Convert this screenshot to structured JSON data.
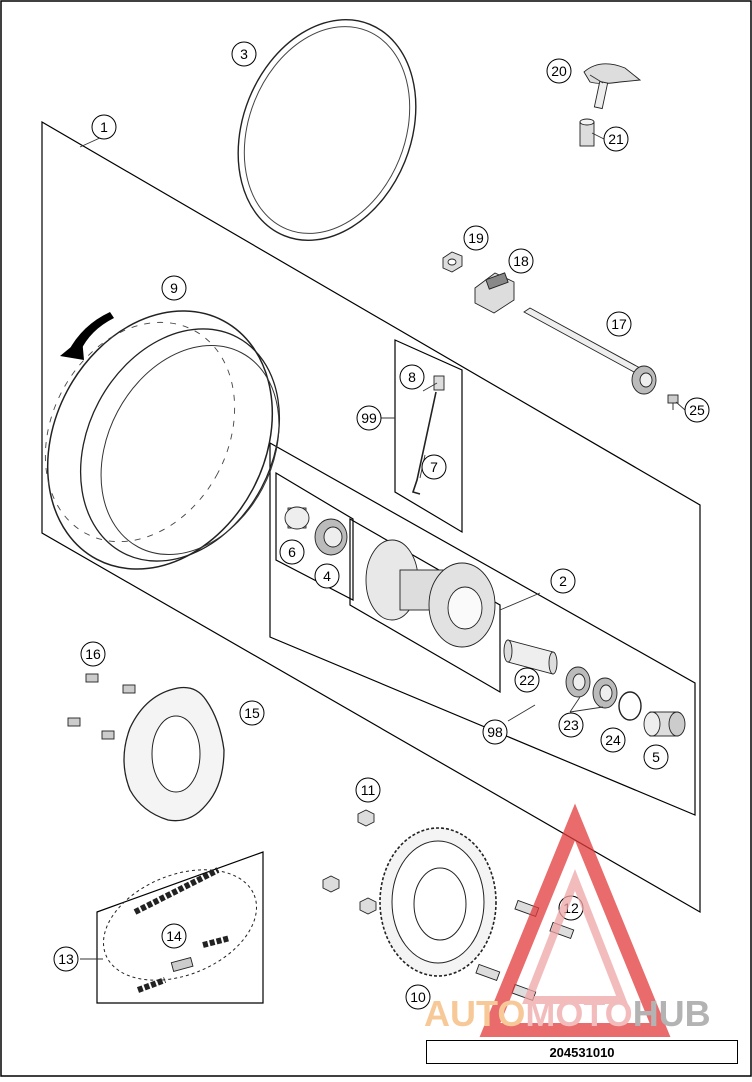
{
  "diagram": {
    "code": "204531010",
    "callouts": [
      "1",
      "2",
      "3",
      "4",
      "5",
      "6",
      "7",
      "8",
      "9",
      "10",
      "11",
      "12",
      "13",
      "14",
      "15",
      "16",
      "17",
      "18",
      "19",
      "20",
      "21",
      "22",
      "23",
      "24",
      "25",
      "98",
      "99"
    ]
  },
  "watermark": {
    "brand_part_1": "AUTO",
    "brand_part_2": "MOTO",
    "brand_part_3": "HUB",
    "color_orange": "#f5b877",
    "color_pink": "#f0a6a6",
    "color_gray": "#9a9a9a",
    "color_red": "#e23a3a"
  }
}
